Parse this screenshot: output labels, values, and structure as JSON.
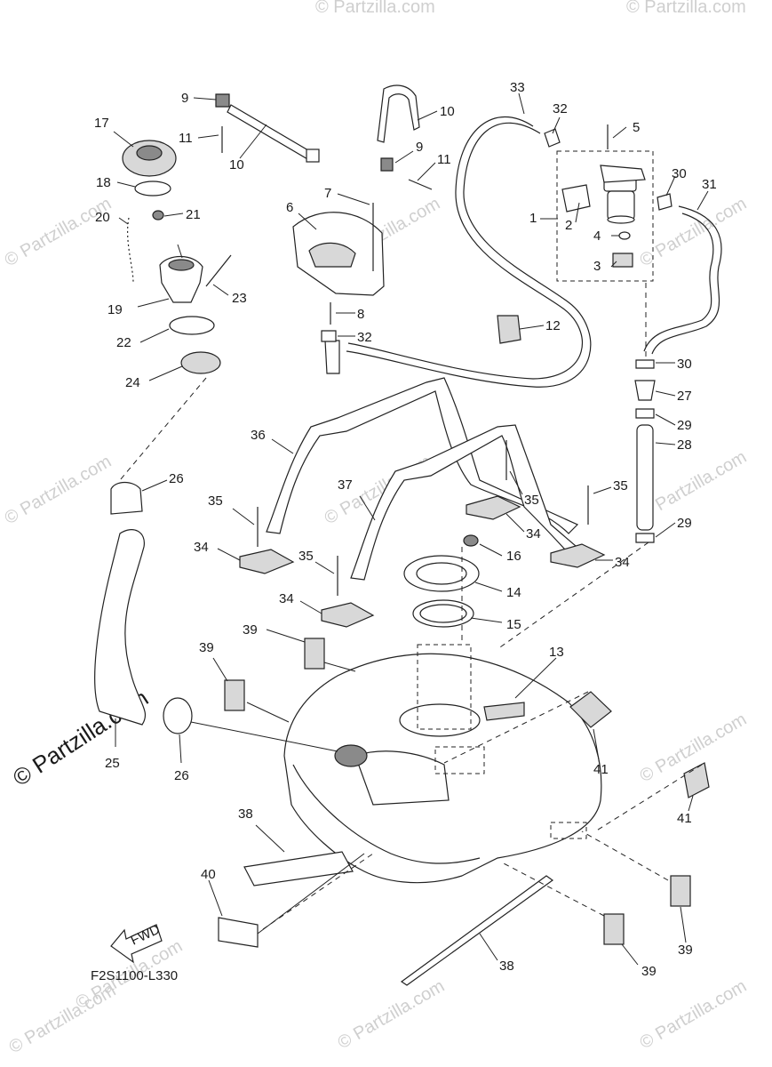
{
  "diagram_code": "F2S1100-L330",
  "fwd_label": "FWD",
  "watermark": "© Partzilla.com",
  "callouts": {
    "c1": "1",
    "c2": "2",
    "c3": "3",
    "c4": "4",
    "c5": "5",
    "c6": "6",
    "c7": "7",
    "c8": "8",
    "c9a": "9",
    "c9b": "9",
    "c10a": "10",
    "c10b": "10",
    "c11a": "11",
    "c11b": "11",
    "c12": "12",
    "c13": "13",
    "c14": "14",
    "c15": "15",
    "c16": "16",
    "c17": "17",
    "c18": "18",
    "c19": "19",
    "c20": "20",
    "c21": "21",
    "c22": "22",
    "c23": "23",
    "c24": "24",
    "c25": "25",
    "c26a": "26",
    "c26b": "26",
    "c27": "27",
    "c28": "28",
    "c29a": "29",
    "c29b": "29",
    "c30a": "30",
    "c30b": "30",
    "c31": "31",
    "c32a": "32",
    "c32b": "32",
    "c33": "33",
    "c34a": "34",
    "c34b": "34",
    "c34c": "34",
    "c34d": "34",
    "c35a": "35",
    "c35b": "35",
    "c35c": "35",
    "c35d": "35",
    "c36": "36",
    "c37": "37",
    "c38a": "38",
    "c38b": "38",
    "c39a": "39",
    "c39b": "39",
    "c39c": "39",
    "c39d": "39",
    "c40": "40",
    "c41a": "41",
    "c41b": "41"
  }
}
